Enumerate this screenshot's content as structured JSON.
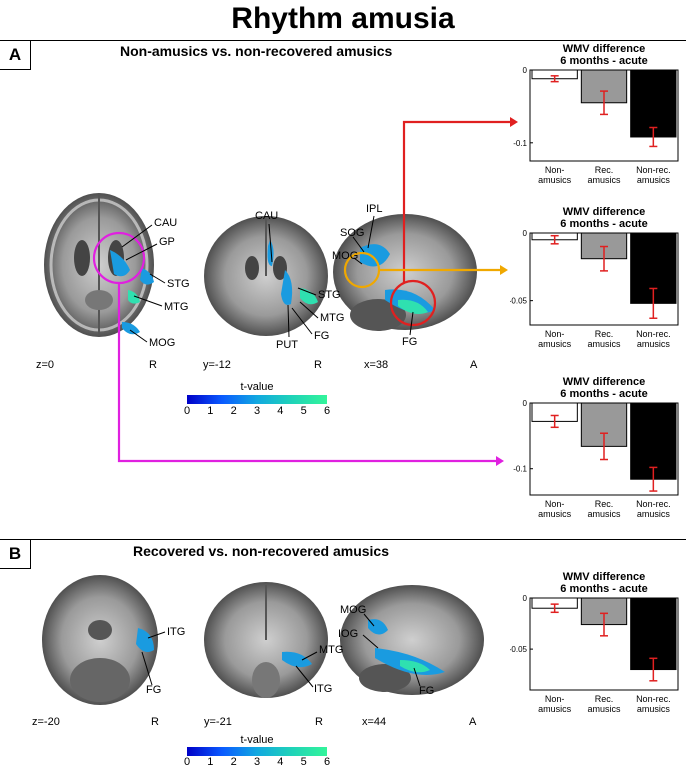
{
  "title": "Rhythm amusia",
  "panels": [
    {
      "letter": "A",
      "subtitle": "Non-amusics vs. non-recovered amusics",
      "slices": [
        {
          "coord": "z=0",
          "side": "R",
          "labels": [
            "CAU",
            "GP",
            "STG",
            "MTG",
            "MOG"
          ]
        },
        {
          "coord": "y=-12",
          "side": "R",
          "labels": [
            "CAU",
            "STG",
            "MTG",
            "FG",
            "PUT"
          ]
        },
        {
          "coord": "x=38",
          "side": "A",
          "labels": [
            "IPL",
            "SOG",
            "MOG",
            "FG"
          ]
        }
      ],
      "colorbar": {
        "title": "t-value",
        "ticks": [
          "0",
          "1",
          "2",
          "3",
          "4",
          "5",
          "6"
        ]
      }
    },
    {
      "letter": "B",
      "subtitle": "Recovered vs. non-recovered amusics",
      "slices": [
        {
          "coord": "z=-20",
          "side": "R",
          "labels": [
            "ITG",
            "FG"
          ]
        },
        {
          "coord": "y=-21",
          "side": "R",
          "labels": [
            "MTG",
            "ITG"
          ]
        },
        {
          "coord": "x=44",
          "side": "A",
          "labels": [
            "MOG",
            "IOG",
            "FG"
          ]
        }
      ],
      "colorbar": {
        "title": "t-value",
        "ticks": [
          "0",
          "1",
          "2",
          "3",
          "4",
          "5",
          "6"
        ]
      }
    }
  ],
  "chart_data": [
    {
      "type": "bar",
      "title": "WMV difference 6 months - acute",
      "title_lines": [
        "WMV difference",
        "6 months - acute"
      ],
      "categories": [
        "Non-amusics",
        "Rec. amusics",
        "Non-rec. amusics"
      ],
      "category_lines": [
        [
          "Non-",
          "amusics"
        ],
        [
          "Rec.",
          "amusics"
        ],
        [
          "Non-rec.",
          "amusics"
        ]
      ],
      "values": [
        -0.012,
        -0.045,
        -0.092
      ],
      "errors": [
        0.004,
        0.016,
        0.013
      ],
      "ylim": [
        -0.125,
        0
      ],
      "yticks": [
        0,
        -0.1
      ],
      "ytick_labels": [
        "0",
        "-0.1"
      ],
      "bar_colors": [
        "#ffffff",
        "#999999",
        "#000000"
      ],
      "error_color": "#e02020"
    },
    {
      "type": "bar",
      "title": "WMV difference 6 months - acute",
      "title_lines": [
        "WMV difference",
        "6 months - acute"
      ],
      "categories": [
        "Non-amusics",
        "Rec. amusics",
        "Non-rec. amusics"
      ],
      "category_lines": [
        [
          "Non-",
          "amusics"
        ],
        [
          "Rec.",
          "amusics"
        ],
        [
          "Non-rec.",
          "amusics"
        ]
      ],
      "values": [
        -0.005,
        -0.019,
        -0.052
      ],
      "errors": [
        0.003,
        0.009,
        0.011
      ],
      "ylim": [
        -0.068,
        0
      ],
      "yticks": [
        0,
        -0.05
      ],
      "ytick_labels": [
        "0",
        "-0.05"
      ],
      "bar_colors": [
        "#ffffff",
        "#999999",
        "#000000"
      ],
      "error_color": "#e02020"
    },
    {
      "type": "bar",
      "title": "WMV difference 6 months - acute",
      "title_lines": [
        "WMV difference",
        "6 months - acute"
      ],
      "categories": [
        "Non-amusics",
        "Rec. amusics",
        "Non-rec. amusics"
      ],
      "category_lines": [
        [
          "Non-",
          "amusics"
        ],
        [
          "Rec.",
          "amusics"
        ],
        [
          "Non-rec.",
          "amusics"
        ]
      ],
      "values": [
        -0.028,
        -0.066,
        -0.116
      ],
      "errors": [
        0.009,
        0.02,
        0.018
      ],
      "ylim": [
        -0.14,
        0
      ],
      "yticks": [
        0,
        -0.1
      ],
      "ytick_labels": [
        "0",
        "-0.1"
      ],
      "bar_colors": [
        "#ffffff",
        "#999999",
        "#000000"
      ],
      "error_color": "#e02020"
    },
    {
      "type": "bar",
      "title": "WMV difference 6 months - acute",
      "title_lines": [
        "WMV difference",
        "6 months - acute"
      ],
      "categories": [
        "Non-amusics",
        "Rec. amusics",
        "Non-rec. amusics"
      ],
      "category_lines": [
        [
          "Non-",
          "amusics"
        ],
        [
          "Rec.",
          "amusics"
        ],
        [
          "Non-rec.",
          "amusics"
        ]
      ],
      "values": [
        -0.01,
        -0.026,
        -0.07
      ],
      "errors": [
        0.004,
        0.011,
        0.011
      ],
      "ylim": [
        -0.09,
        0
      ],
      "yticks": [
        0,
        -0.05
      ],
      "ytick_labels": [
        "0",
        "-0.05"
      ],
      "bar_colors": [
        "#ffffff",
        "#999999",
        "#000000"
      ],
      "error_color": "#e02020"
    }
  ],
  "colors": {
    "arrow_red": "#e02020",
    "arrow_orange": "#f0a800",
    "arrow_magenta": "#e020e0",
    "blob": "#1a9be0"
  }
}
